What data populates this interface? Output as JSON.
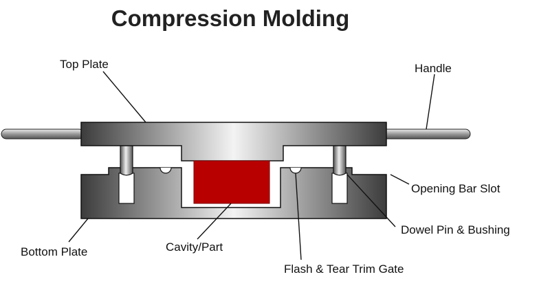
{
  "title": "Compression Molding",
  "labels": {
    "top_plate": "Top Plate",
    "handle": "Handle",
    "opening_bar_slot": "Opening Bar Slot",
    "dowel_pin_bushing": "Dowel Pin & Bushing",
    "bottom_plate": "Bottom Plate",
    "cavity_part": "Cavity/Part",
    "flash_tear_trim_gate": "Flash & Tear Trim Gate"
  },
  "colors": {
    "part": "#b80000",
    "steel_dark": "#3a3a3a",
    "steel_light": "#f2f2f2",
    "outline": "#111111"
  }
}
